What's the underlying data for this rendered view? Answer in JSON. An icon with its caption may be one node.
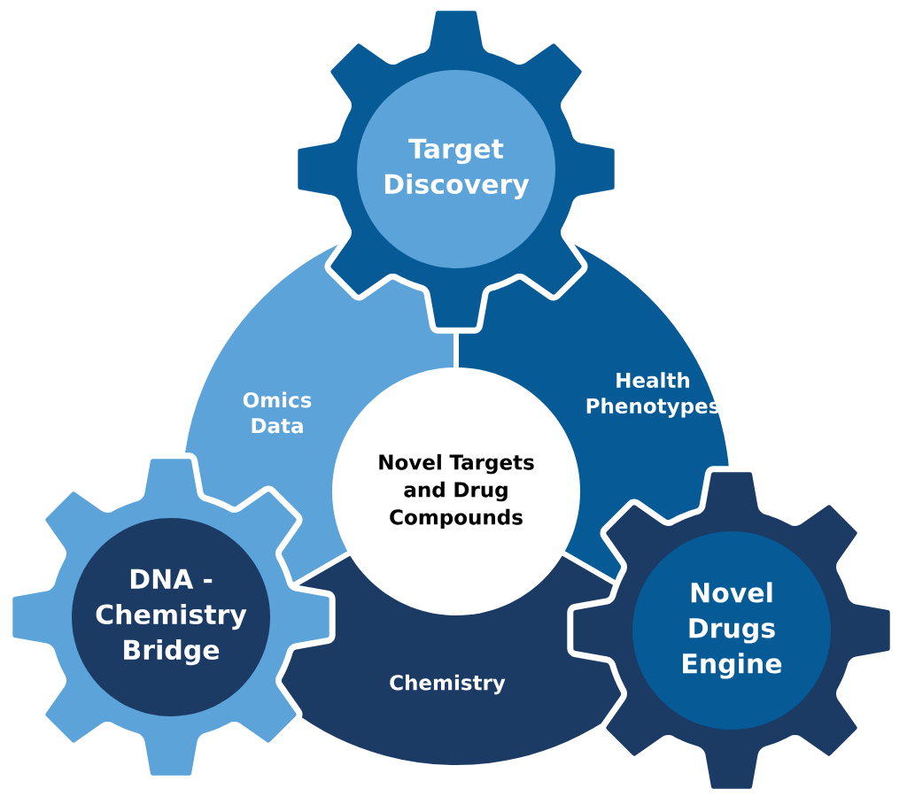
{
  "diagram": {
    "nodes": [
      {
        "text": [
          "Target Discovery"
        ]
      },
      {
        "text": [
          "Omics Data"
        ]
      },
      {
        "text": [
          "Health Phenotypes"
        ]
      },
      {
        "text": [
          "Novel Targets and Drug Compounds"
        ]
      },
      {
        "text": [
          "DNA - Chemistry Bridge"
        ]
      },
      {
        "text": [
          "Chemistry"
        ]
      },
      {
        "text": [
          "Novel Drugs Engine"
        ]
      }
    ]
  }
}
